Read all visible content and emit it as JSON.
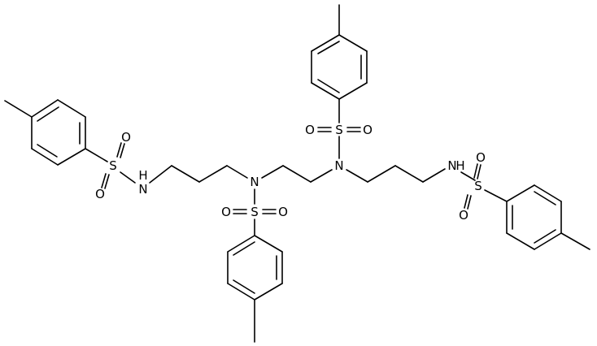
{
  "molecule": {
    "labels": {
      "nh_left": "H",
      "n_left": "N",
      "s_left": "S",
      "o_left_top": "O",
      "o_left_bot": "O",
      "nh_left_n": "N",
      "n_mid_left": "N",
      "s_bottom": "S",
      "o_bottom_l": "O",
      "o_bottom_r": "O",
      "n_mid_right": "N",
      "s_top": "S",
      "o_top_l": "O",
      "o_top_r": "O",
      "n_right": "N",
      "h_right": "H",
      "s_right": "S",
      "o_right_top": "O",
      "o_right_bot": "O"
    }
  }
}
